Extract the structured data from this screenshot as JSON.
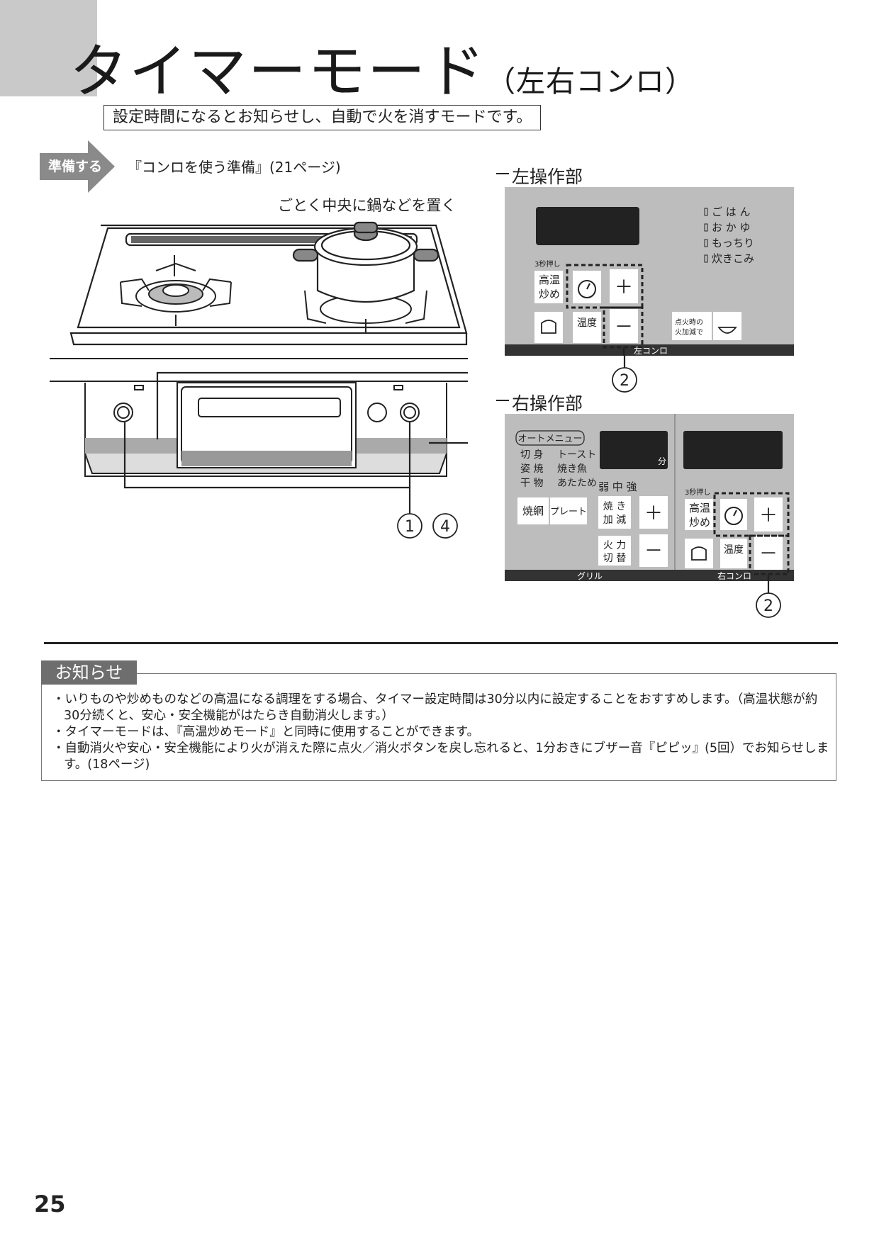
{
  "header": {
    "title": "タイマーモード",
    "title_suffix": "（左右コンロ）",
    "subtitle": "設定時間になるとお知らせし、自動で火を消すモードです。"
  },
  "preparation": {
    "label": "準備する",
    "text": "『コンロを使う準備』(21ページ)"
  },
  "illustration": {
    "pot_caption": "ごとく中央に鍋などを置く",
    "callout_1": "①",
    "callout_4": "④"
  },
  "left_panel": {
    "title": "左操作部",
    "menu_items": [
      "ご は ん",
      "お か ゆ",
      "もっちり",
      "炊きこみ"
    ],
    "three_sec_label": "3秒押し",
    "high_temp_label": [
      "高温",
      "炒め"
    ],
    "temp_label": "温度",
    "plus_label": "＋",
    "minus_label": "－",
    "ignition_label": [
      "点火時の",
      "火加減で"
    ],
    "footer_label": "左コンロ",
    "callout": "②"
  },
  "right_panel": {
    "title": "右操作部",
    "auto_menu_label": "オートメニュー",
    "auto_menu_items": [
      [
        "切 身",
        "トースト"
      ],
      [
        "姿 焼",
        "焼き魚"
      ],
      [
        "干 物",
        "あたため"
      ]
    ],
    "minute_unit": "分",
    "heat_levels": "弱 中 強",
    "grill_net_label": "焼網",
    "plate_label": "プレート",
    "grill_adjust_label": [
      "焼 き",
      "加 減"
    ],
    "power_switch_label": [
      "火 力",
      "切 替"
    ],
    "three_sec_label": "3秒押し",
    "high_temp_label": [
      "高温",
      "炒め"
    ],
    "temp_label": "温度",
    "plus_label": "＋",
    "minus_label": "－",
    "grill_footer_label": "グリル",
    "right_footer_label": "右コンロ",
    "callout": "②"
  },
  "notice": {
    "tab_label": "お知らせ",
    "items": [
      "いりものや炒めものなどの高温になる調理をする場合、タイマー設定時間は30分以内に設定することをおすすめします。（高温状態が約30分続くと、安心・安全機能がはたらき自動消火します。）",
      "タイマーモードは、『高温炒めモード』と同時に使用することができます。",
      "自動消火や安心・安全機能により火が消えた際に点火／消火ボタンを戻し忘れると、1分おきにブザー音『ピピッ』(5回）でお知らせします。(18ページ)"
    ]
  },
  "page_number": "25"
}
